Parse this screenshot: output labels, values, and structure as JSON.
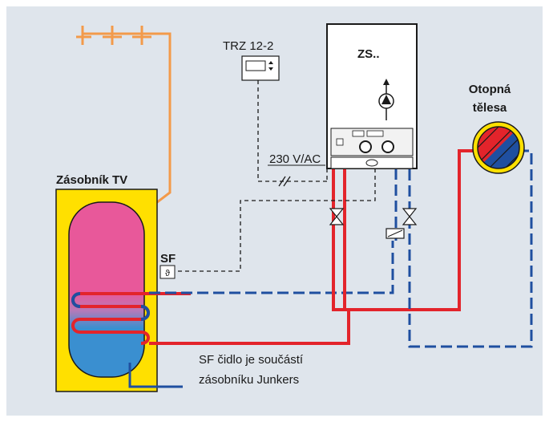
{
  "labels": {
    "controller": "TRZ 12-2",
    "boiler": "ZS..",
    "radiators_line1": "Otopná",
    "radiators_line2": "tělesa",
    "tank": "Zásobník TV",
    "sensor": "SF",
    "voltage": "230 V/AC",
    "note_line1": "SF čidlo je součástí",
    "note_line2": "zásobníku Junkers"
  },
  "colors": {
    "background": "#dfe5ec",
    "hot_pipe": "#e3242b",
    "return_pipe": "#1f4fa0",
    "dhw_pipe": "#f39a4a",
    "tank_jacket": "#ffe000",
    "tank_upper": "#e8589a",
    "tank_lower": "#3a8fd0"
  }
}
